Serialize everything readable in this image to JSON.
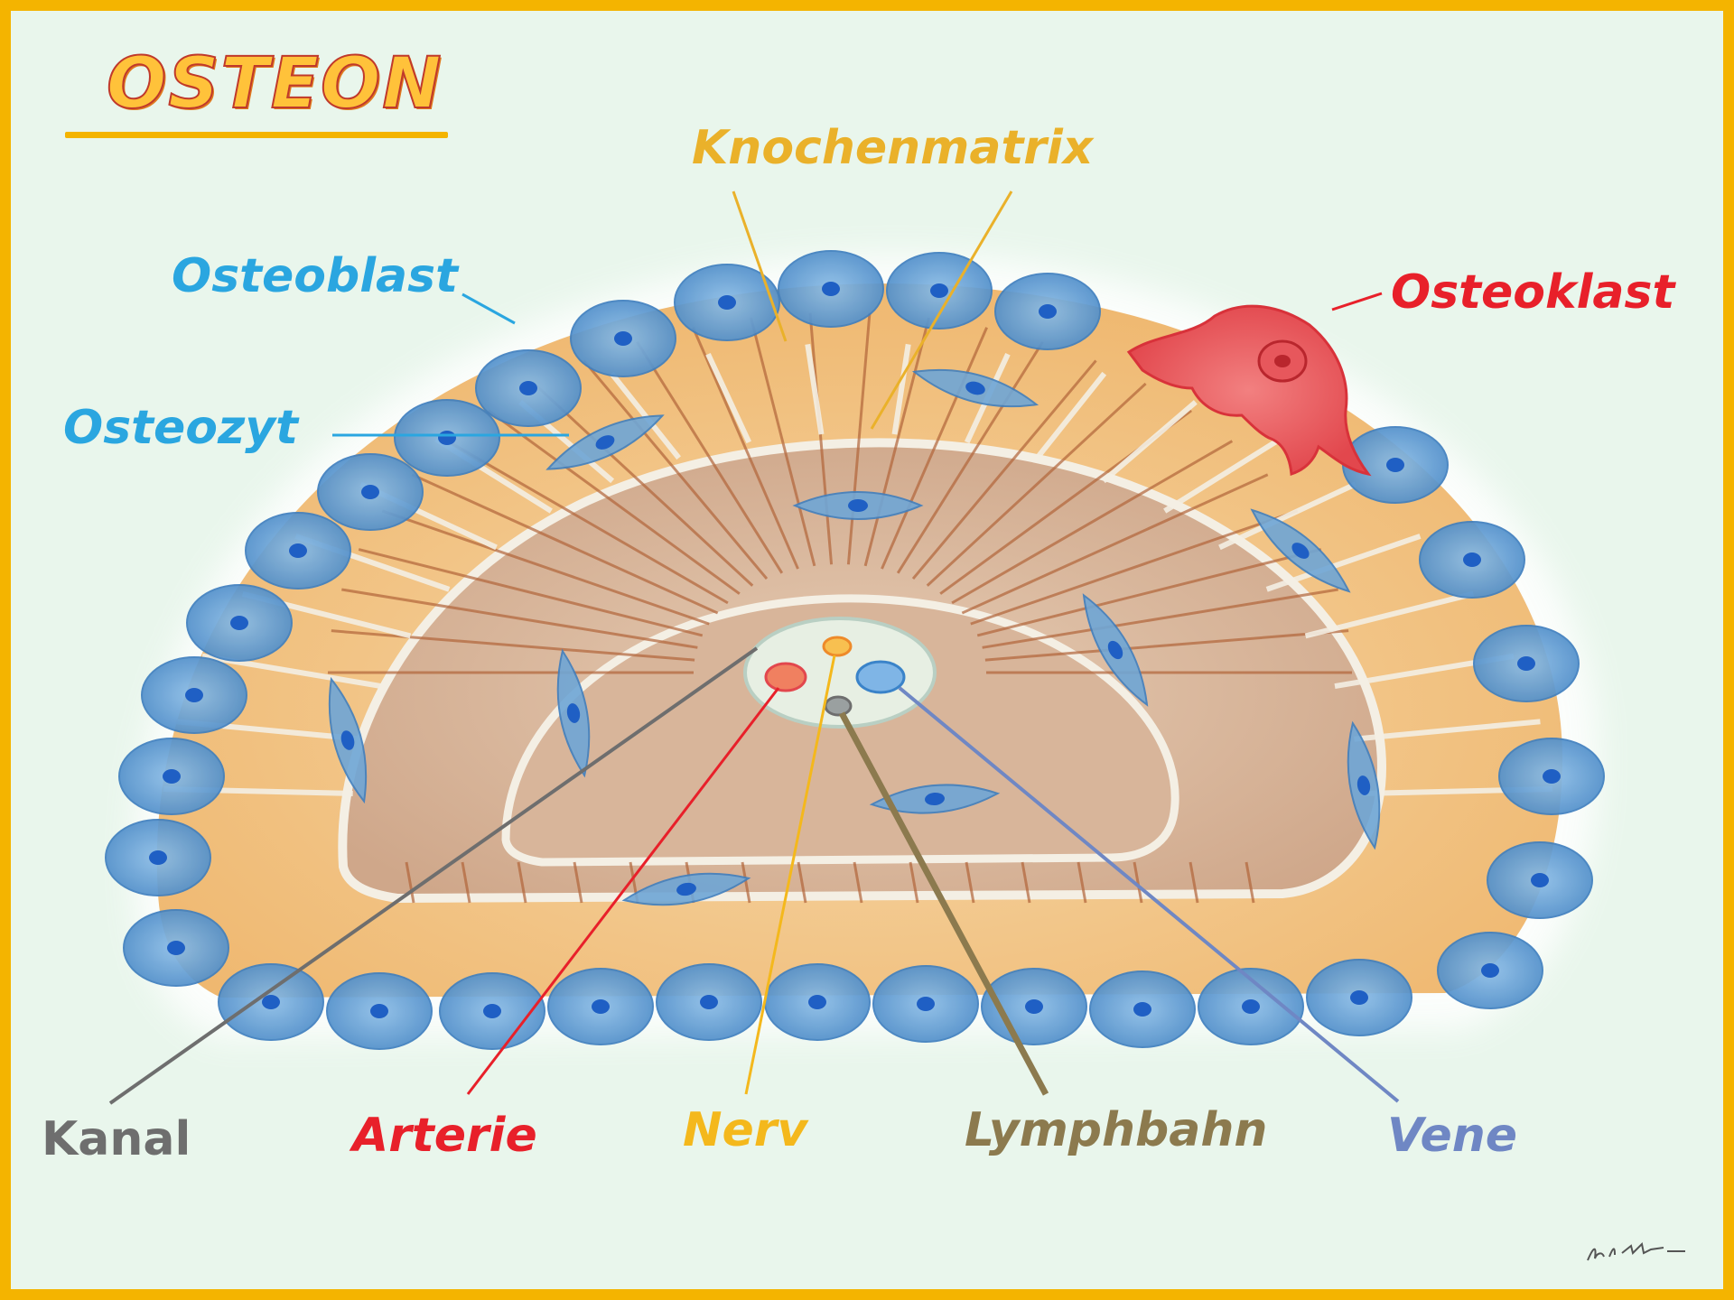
{
  "title": "OSTEON",
  "labels": {
    "osteoblast": "Osteoblast",
    "osteozyt": "Osteozyt",
    "osteoklast": "Osteoklast",
    "knochenmatrix": "Knochenmatrix",
    "kanal": "Kanal",
    "arterie": "Arterie",
    "nerv": "Nerv",
    "lymphbahn": "Lymphbahn",
    "vene": "Vene"
  },
  "colors": {
    "frame": "#f4b400",
    "background": "#e9f6ec",
    "osteoblast": "#2aa6e0",
    "osteozyt": "#2aa6e0",
    "osteoklast": "#e8202a",
    "knochenmatrix": "#eab12a",
    "kanal": "#6e6e6e",
    "arterie": "#e8202a",
    "nerv": "#f4b81c",
    "lymphbahn": "#8c7a4e",
    "vene": "#6f87c4",
    "cell_blue": "#6fa6d6",
    "nucleus": "#1f5fc4",
    "outer_ring": "#f2c48a",
    "matrix": "#dbb79a"
  }
}
